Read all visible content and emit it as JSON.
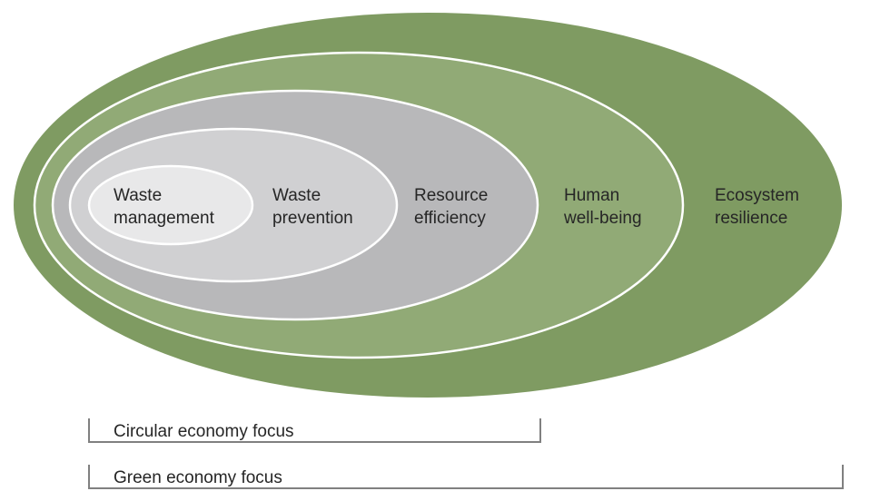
{
  "colors": {
    "outer_green": "#7f9b62",
    "mid_green": "#91aa76",
    "outer_grey": "#b8b8ba",
    "mid_grey": "#d0d0d2",
    "inner_grey": "#e8e8e9",
    "ring_stroke": "#ffffff",
    "bracket": "#808080",
    "text": "#262626"
  },
  "rings": [
    {
      "line1": "Waste",
      "line2": "management"
    },
    {
      "line1": "Waste",
      "line2": "prevention"
    },
    {
      "line1": "Resource",
      "line2": "efficiency"
    },
    {
      "line1": "Human",
      "line2": "well-being"
    },
    {
      "line1": "Ecosystem",
      "line2": "resilience"
    }
  ],
  "brackets": {
    "circular": "Circular economy focus",
    "green": "Green economy focus"
  }
}
